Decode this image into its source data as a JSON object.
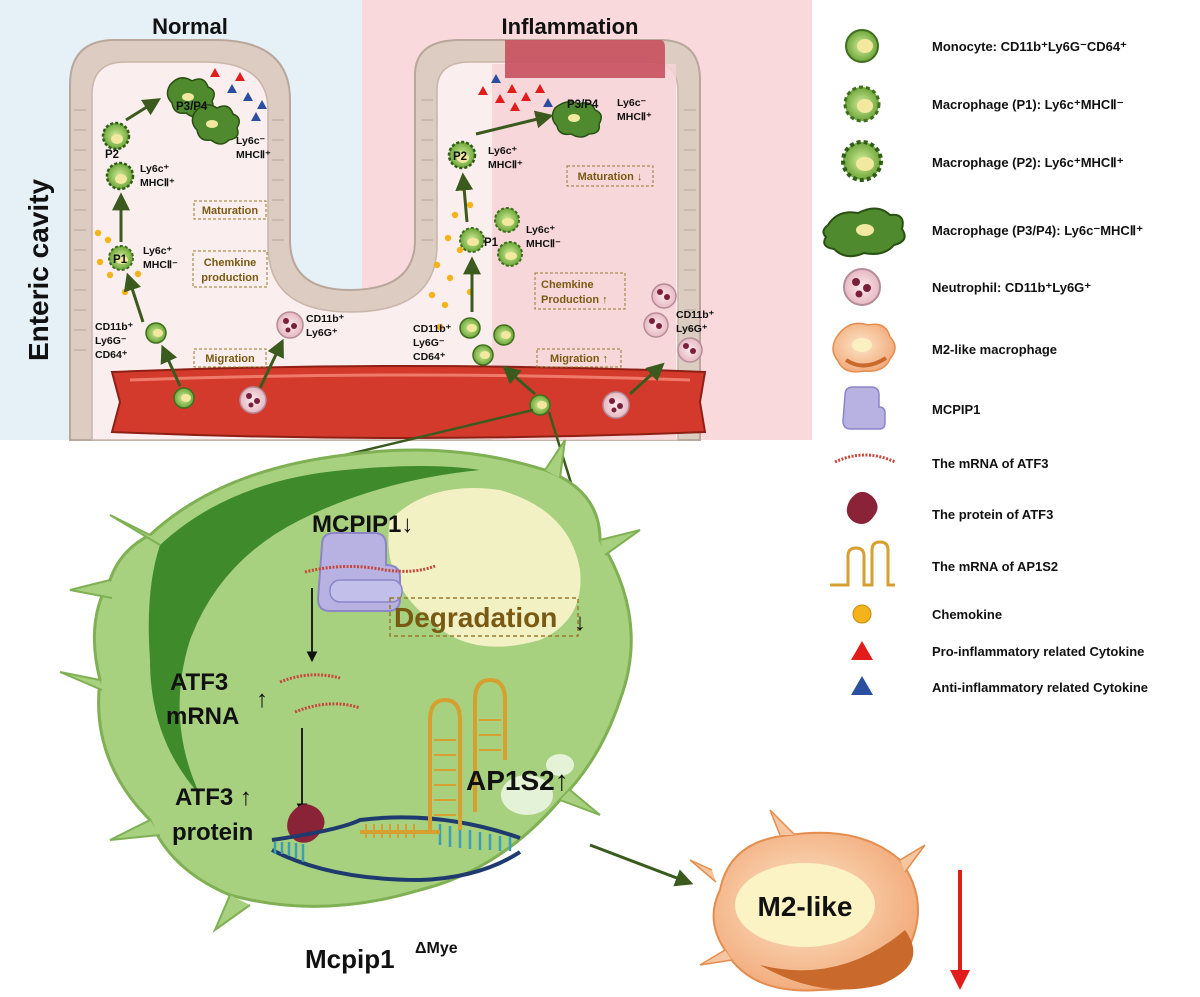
{
  "panels": {
    "normal": "Normal",
    "inflammation": "Inflammation",
    "side_label": "Enteric cavity"
  },
  "normal": {
    "monocyte_label": [
      "CD11b⁺",
      "Ly6G⁻",
      "CD64⁺"
    ],
    "neutrophil_label": [
      "CD11b⁺",
      "Ly6G⁺"
    ],
    "p1": "P1",
    "p1_label": [
      "Ly6c⁺",
      "MHCⅡ⁻"
    ],
    "p2": "P2",
    "p2_label": [
      "Ly6c⁺",
      "MHCⅡ⁺"
    ],
    "p34": "P3/P4",
    "p34_label": [
      "Ly6c⁻",
      "MHCⅡ⁺"
    ],
    "maturation": "Maturation",
    "chemokine": [
      "Chemkine",
      "production"
    ],
    "migration": "Migration"
  },
  "inflammation": {
    "monocyte_label": [
      "CD11b⁺",
      "Ly6G⁻",
      "CD64⁺"
    ],
    "neutrophil_label": [
      "CD11b⁺",
      "Ly6G⁺"
    ],
    "p1": "P1",
    "p1_label": [
      "Ly6c⁺",
      "MHCⅡ⁻"
    ],
    "p2": "P2",
    "p2_label": [
      "Ly6c⁺",
      "MHCⅡ⁺"
    ],
    "p34": "P3/P4",
    "p34_label": [
      "Ly6c⁻",
      "MHCⅡ⁺"
    ],
    "maturation": "Maturation ↓",
    "chemokine": [
      "Chemkine",
      "Production ↑"
    ],
    "migration": "Migration ↑"
  },
  "cell": {
    "mcpip1": "MCPIP1↓",
    "degradation": "Degradation",
    "degradation_arrow": "↓",
    "atf3_mrna": [
      "ATF3",
      "mRNA"
    ],
    "up": "↑",
    "atf3_protein": [
      "ATF3 ↑",
      "protein"
    ],
    "ap1s2": "AP1S2↑",
    "genotype": "Mcpip1",
    "genotype_sup": "ΔMye",
    "m2": "M2-like"
  },
  "legend": [
    {
      "icon": "monocyte-icon",
      "text": "Monocyte: CD11b⁺Ly6G⁻CD64⁺"
    },
    {
      "icon": "macrophage-p1-icon",
      "text": "Macrophage (P1): Ly6c⁺MHCⅡ⁻"
    },
    {
      "icon": "macrophage-p2-icon",
      "text": "Macrophage (P2): Ly6c⁺MHCⅡ⁺"
    },
    {
      "icon": "macrophage-p34-icon",
      "text": "Macrophage (P3/P4): Ly6c⁻MHCⅡ⁺"
    },
    {
      "icon": "neutrophil-icon",
      "text": "Neutrophil: CD11b⁺Ly6G⁺"
    },
    {
      "icon": "m2-macrophage-icon",
      "text": "M2-like macrophage"
    },
    {
      "icon": "mcpip1-icon",
      "text": "MCPIP1"
    },
    {
      "icon": "atf3-mrna-icon",
      "text": "The mRNA of ATF3"
    },
    {
      "icon": "atf3-protein-icon",
      "text": "The protein of ATF3"
    },
    {
      "icon": "ap1s2-mrna-icon",
      "text": "The mRNA of AP1S2"
    },
    {
      "icon": "chemokine-icon",
      "text": "Chemokine"
    },
    {
      "icon": "pro-inflammatory-icon",
      "text": "Pro-inflammatory related Cytokine"
    },
    {
      "icon": "anti-inflammatory-icon",
      "text": "Anti-inflammatory related Cytokine"
    }
  ],
  "colors": {
    "normal_bg": "#e6f0f7",
    "inflammation_bg": "#f9d9dc",
    "tissue": "#ddd0c6",
    "vessel": "#d33a2c",
    "cell_green": "#a7d07f",
    "macrophage_green": "#4f8a2f",
    "m2_orange": "#f5c6a0",
    "arrow_green": "#3a5a1e",
    "pro_red": "#e21b1b",
    "anti_blue": "#2a4f9e",
    "chemokine_yellow": "#f5b31b"
  }
}
